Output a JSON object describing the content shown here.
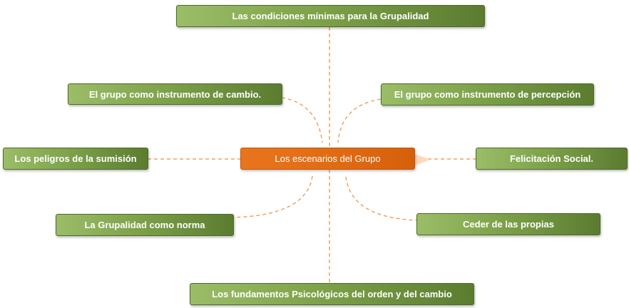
{
  "center": {
    "label": "Los escenarios  del Grupo",
    "color": "#e06a12"
  },
  "colors": {
    "node": "#7ea24a",
    "connector": "#f0a060"
  },
  "nodes": {
    "top": "Las condiciones mínimas para la Grupalidad",
    "upper_left": "El grupo como instrumento de cambio.",
    "upper_right": "El grupo como instrumento de percepción",
    "left": "Los peligros de la sumisión",
    "right": "Felicitación Social.",
    "lower_left": "La Grupalidad como norma",
    "lower_right": "Ceder de las propias",
    "bottom": "Los fundamentos  Psicológicos del orden y del cambio"
  }
}
